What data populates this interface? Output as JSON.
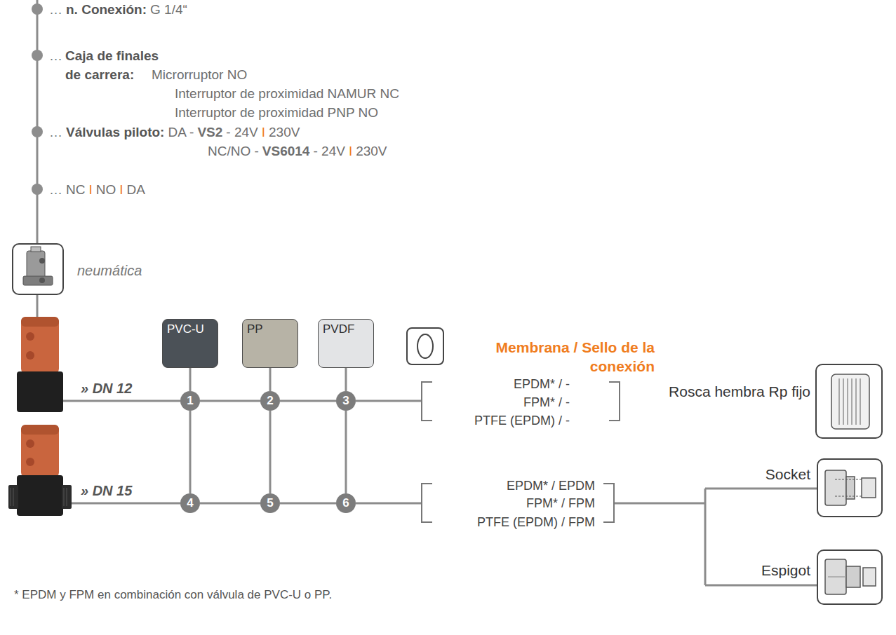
{
  "diagram": {
    "nodes": [
      {
        "text": [
          "PVC-U"
        ]
      },
      {
        "text": [
          "PP"
        ]
      },
      {
        "text": [
          "PVDF"
        ]
      },
      {
        "text": [
          "1"
        ]
      },
      {
        "text": [
          "2"
        ]
      },
      {
        "text": [
          "3"
        ]
      },
      {
        "text": [
          "4"
        ]
      },
      {
        "text": [
          "5"
        ]
      },
      {
        "text": [
          "6"
        ]
      }
    ],
    "edges": [
      {
        "from": 0,
        "to": 3,
        "arrow": "none"
      },
      {
        "from": 1,
        "to": 4,
        "arrow": "none"
      },
      {
        "from": 2,
        "to": 5,
        "arrow": "none"
      },
      {
        "from": 3,
        "to": 4,
        "arrow": "none"
      },
      {
        "from": 4,
        "to": 5,
        "arrow": "none"
      },
      {
        "from": 3,
        "to": 6,
        "arrow": "none"
      },
      {
        "from": 4,
        "to": 7,
        "arrow": "none"
      },
      {
        "from": 5,
        "to": 8,
        "arrow": "none"
      },
      {
        "from": 6,
        "to": 7,
        "arrow": "none"
      },
      {
        "from": 7,
        "to": 8,
        "arrow": "none"
      }
    ],
    "labels": [
      "…",
      "n. Conexión:",
      "G 1/4“",
      "…",
      "Caja de finales de carrera:",
      "Microrruptor NO",
      "Interruptor de proximidad NAMUR NC",
      "Interruptor de proximidad PNP NO",
      "…",
      "Válvulas piloto:",
      "DA -",
      "VS2",
      "- 24V",
      "I",
      "230V",
      "NC/NO -",
      "VS6014",
      "- 24V",
      "I",
      "230V",
      "…",
      "NC",
      "I",
      "NO",
      "I",
      "DA",
      "neumática",
      "» DN 12",
      "» DN 15",
      "Membrana / Sello de la conexión",
      "EPDM* / -",
      "FPM* / -",
      "PTFE (EPDM) / -",
      "Rosca hembra Rp fijo",
      "EPDM* / EPDM",
      "FPM* / FPM",
      "PTFE (EPDM) / FPM",
      "Socket",
      "Espigot",
      "* EPDM y FPM en combinación con válvula de PVC-U o PP."
    ]
  }
}
